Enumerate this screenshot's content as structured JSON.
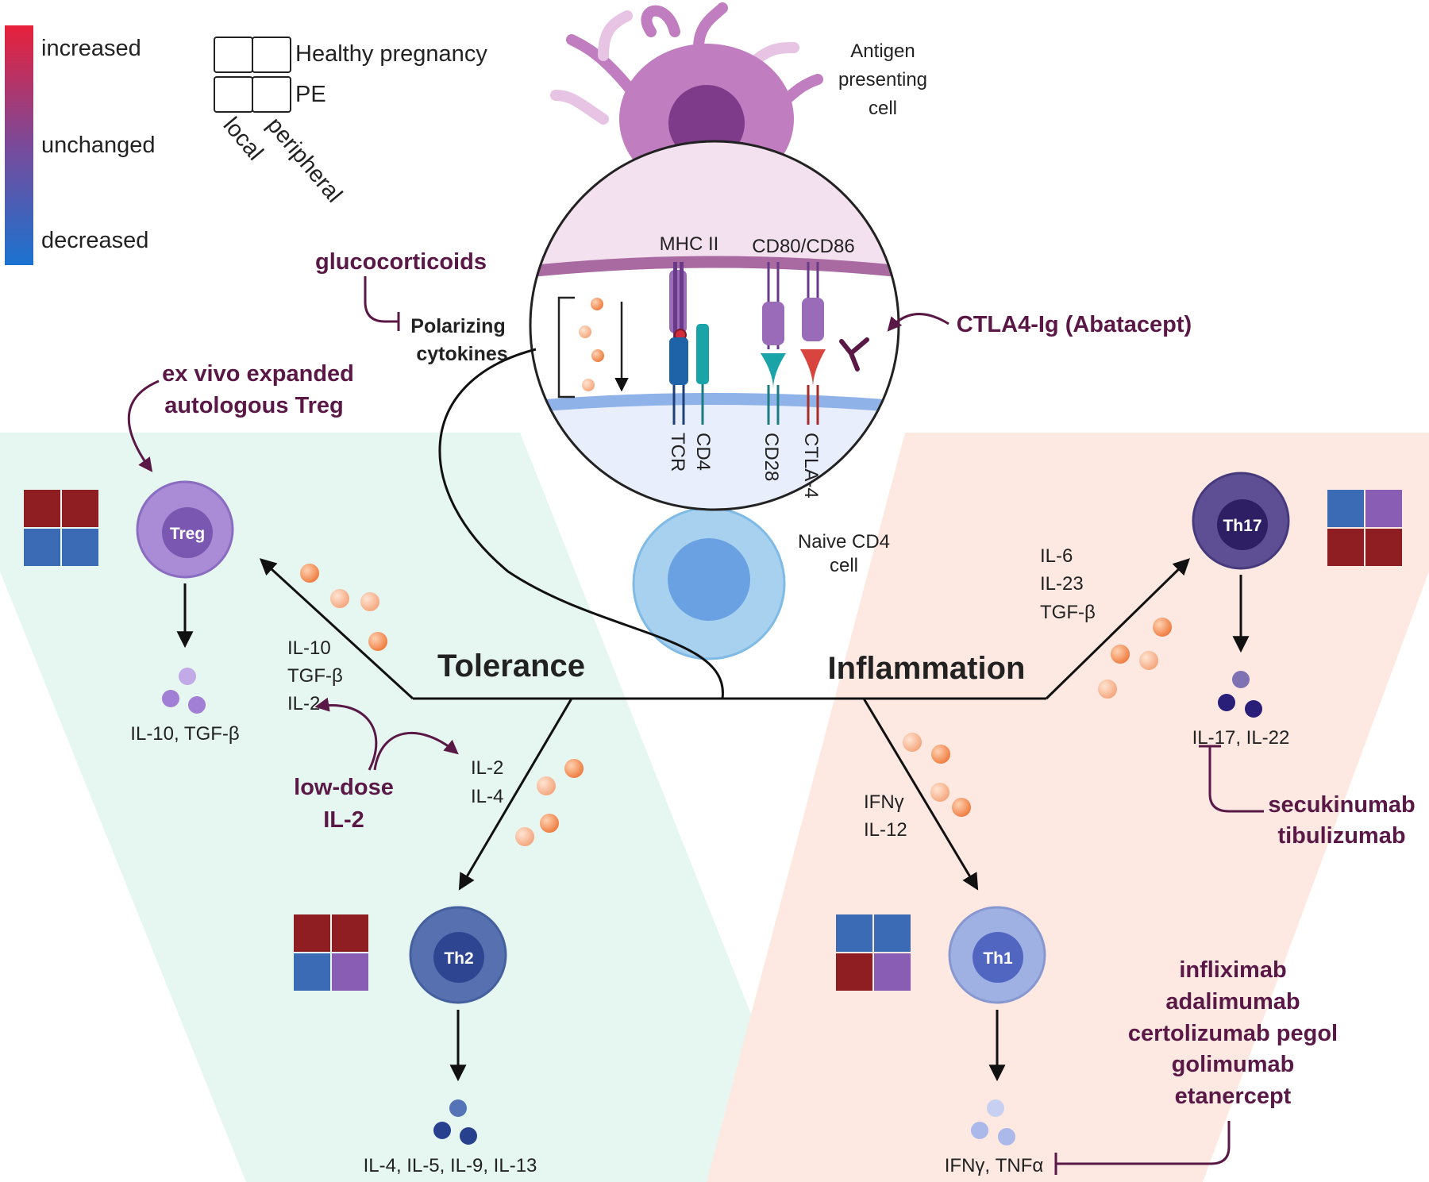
{
  "legend": {
    "scale_high": "increased",
    "scale_mid": "unchanged",
    "scale_low": "decreased",
    "grid_row_top": "Healthy pregnancy",
    "grid_row_bottom": "PE",
    "grid_col_left": "local",
    "grid_col_right": "peripheral"
  },
  "colors": {
    "increased": "#8e1e22",
    "decreased": "#3b6bb5",
    "unchanged": "#8a5db4",
    "tolerance_bg": "#e6f6f1",
    "inflammation_bg": "#fde9e2",
    "drug_text": "#5a1846",
    "cytokine": "#f0884e"
  },
  "apc": {
    "label_line1": "Antigen",
    "label_line2": "presenting",
    "label_line3": "cell"
  },
  "synapse": {
    "mhc_label": "MHC II",
    "cd80_label": "CD80/CD86",
    "tcr_label": "TCR",
    "cd4_label": "CD4",
    "cd28_label": "CD28",
    "ctla4_label": "CTLA-4"
  },
  "naive": {
    "label_line1": "Naive CD4",
    "label_line2": "cell"
  },
  "polarizing": {
    "line1": "Polarizing",
    "line2": "cytokines"
  },
  "drugs": {
    "glucocorticoids": "glucocorticoids",
    "abatacept": "CTLA4-Ig (Abatacept)",
    "treg_line1": "ex vivo expanded",
    "treg_line2": "autologous Treg",
    "il2_line1": "low-dose",
    "il2_line2": "IL-2",
    "il17_line1": "secukinumab",
    "il17_line2": "tibulizumab",
    "tnf": [
      "infliximab",
      "adalimumab",
      "certolizumab pegol",
      "golimumab",
      "etanercept"
    ]
  },
  "sections": {
    "tolerance": "Tolerance",
    "inflammation": "Inflammation"
  },
  "cells": {
    "treg": {
      "name": "Treg",
      "inducers": [
        "IL-10",
        "TGF-β",
        "IL-2"
      ],
      "products": "IL-10, TGF-β",
      "status": {
        "healthy_local": "increased",
        "healthy_peripheral": "increased",
        "pe_local": "decreased",
        "pe_peripheral": "decreased"
      }
    },
    "th2": {
      "name": "Th2",
      "inducers": [
        "IL-2",
        "IL-4"
      ],
      "products": "IL-4, IL-5, IL-9, IL-13",
      "status": {
        "healthy_local": "increased",
        "healthy_peripheral": "increased",
        "pe_local": "decreased",
        "pe_peripheral": "unchanged"
      }
    },
    "th17": {
      "name": "Th17",
      "inducers": [
        "IL-6",
        "IL-23",
        "TGF-β"
      ],
      "products": "IL-17, IL-22",
      "status": {
        "healthy_local": "decreased",
        "healthy_peripheral": "unchanged",
        "pe_local": "increased",
        "pe_peripheral": "increased"
      }
    },
    "th1": {
      "name": "Th1",
      "inducers": [
        "IFNγ",
        "IL-12"
      ],
      "products": "IFNγ, TNFα",
      "status": {
        "healthy_local": "decreased",
        "healthy_peripheral": "decreased",
        "pe_local": "increased",
        "pe_peripheral": "unchanged"
      }
    }
  }
}
